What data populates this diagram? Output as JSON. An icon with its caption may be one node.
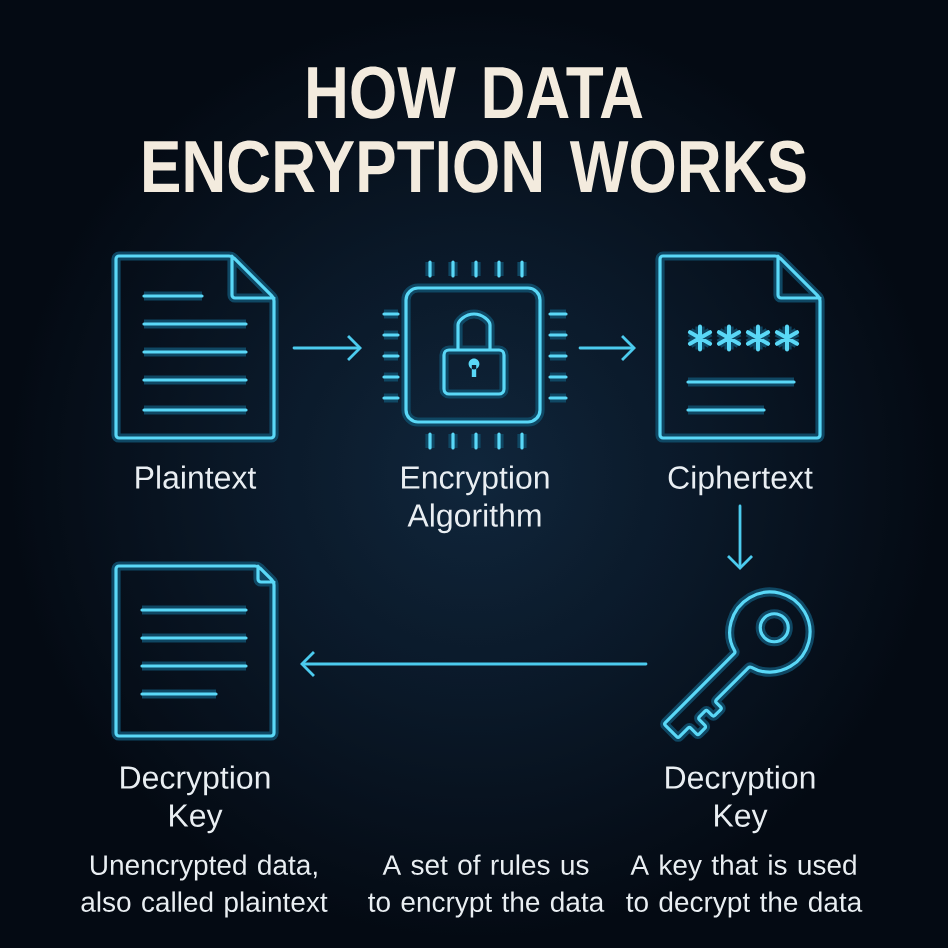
{
  "diagram": {
    "title": "HOW DATA ENCRYPTION WORKS",
    "nodes": [
      {
        "text": [
          "Plaintext"
        ]
      },
      {
        "text": [
          "Encryption Algorithm"
        ]
      },
      {
        "text": [
          "Ciphertext"
        ]
      },
      {
        "text": [
          "Decryption Key"
        ]
      },
      {
        "text": [
          "Decryption Key"
        ]
      }
    ],
    "edges": [
      {
        "from": 0,
        "to": 1,
        "arrow": "to"
      },
      {
        "from": 1,
        "to": 2,
        "arrow": "to"
      },
      {
        "from": 2,
        "to": 4,
        "arrow": "to"
      },
      {
        "from": 4,
        "to": 3,
        "arrow": "to"
      }
    ],
    "labels": [
      "Unencrypted data, also called plaintext",
      "A set of rules us to encrypt the data",
      "A key that is used to decrypt the data"
    ]
  }
}
